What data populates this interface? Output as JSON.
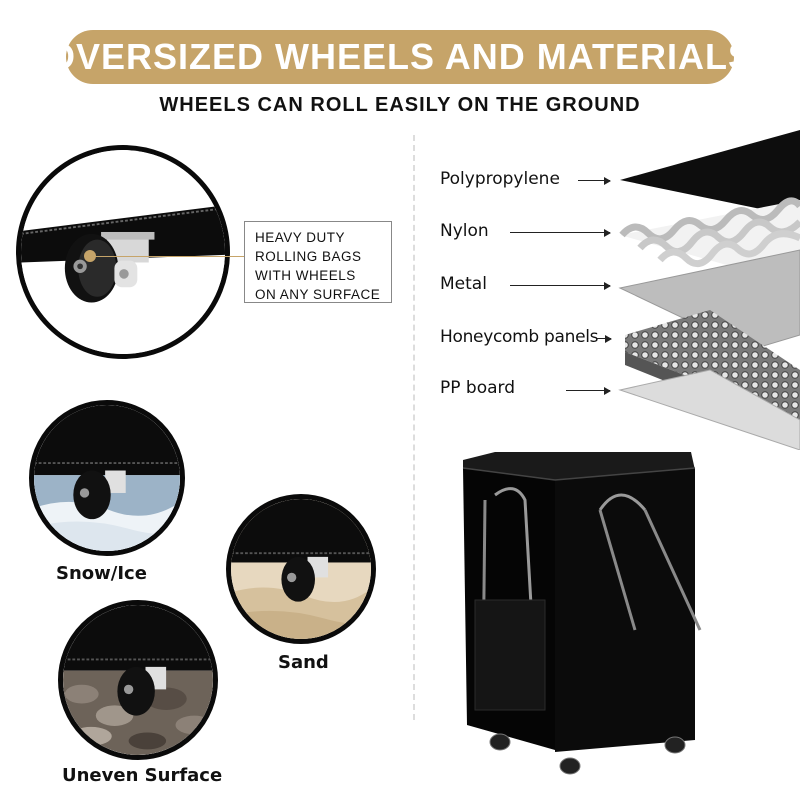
{
  "banner": {
    "title": "OVERSIZED WHEELS AND MATERIALS"
  },
  "subtitle": "WHEELS CAN ROLL EASILY ON THE GROUND",
  "callout": {
    "lines": [
      "HEAVY DUTY",
      "ROLLING BAGS",
      "WITH WHEELS",
      "ON ANY SURFACE"
    ]
  },
  "terrains": [
    {
      "label": "Snow/Ice"
    },
    {
      "label": "Sand"
    },
    {
      "label": "Uneven Surface"
    }
  ],
  "materials": [
    {
      "label": "Polypropylene"
    },
    {
      "label": "Nylon"
    },
    {
      "label": "Metal"
    },
    {
      "label": "Honeycomb panels"
    },
    {
      "label": "PP board"
    }
  ],
  "colors": {
    "accent": "#c6a469",
    "bag": "#0b0b0b",
    "text": "#111111"
  }
}
